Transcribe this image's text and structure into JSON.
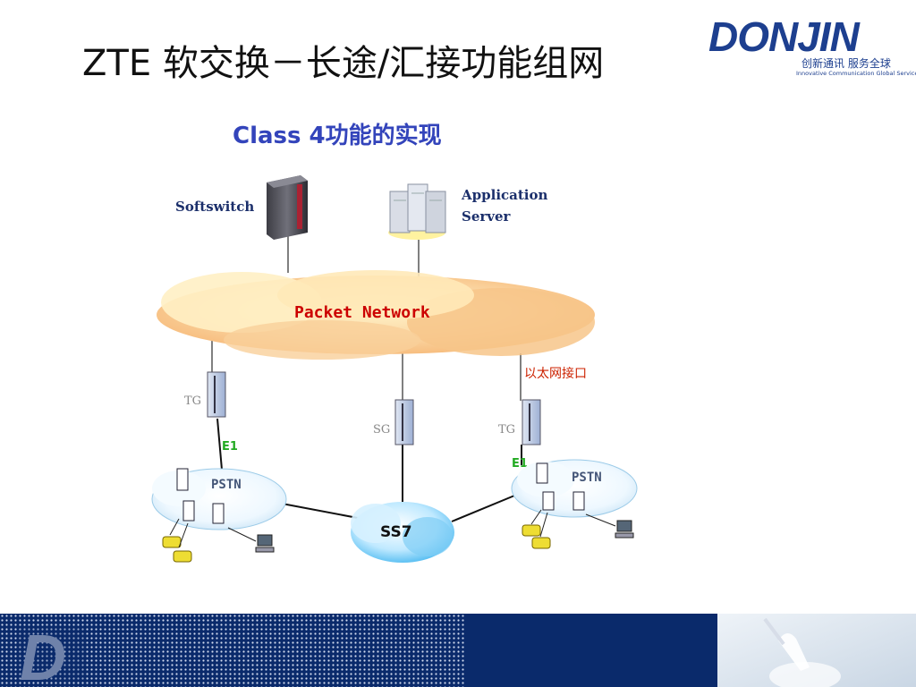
{
  "slide": {
    "title": "ZTE 软交换－长途/汇接功能组网"
  },
  "logo": {
    "word": "DONJIN",
    "tagline_cn": "创新通讯 服务全球",
    "tagline_en": "Innovative Communication Global Services"
  },
  "diagram": {
    "heading": "Class 4功能的实现",
    "softswitch_label": "Softswitch",
    "app_server_label_line1": "Application",
    "app_server_label_line2": "Server",
    "packet_network_label": "Packet Network",
    "ethernet_label": "以太网接口",
    "tg_left_label": "TG",
    "sg_label": "SG",
    "tg_right_label": "TG",
    "e1_left_label": "E1",
    "e1_right_label": "E1",
    "pstn_left_label": "PSTN",
    "pstn_right_label": "PSTN",
    "ss7_label": "SS7"
  },
  "footer": {
    "letter": "D"
  },
  "colors": {
    "heading": "#3344bb",
    "logo": "#1d3f8f",
    "e1": "#22aa22",
    "packet": "#cc0000",
    "footer_blue": "#0a2a6b"
  }
}
